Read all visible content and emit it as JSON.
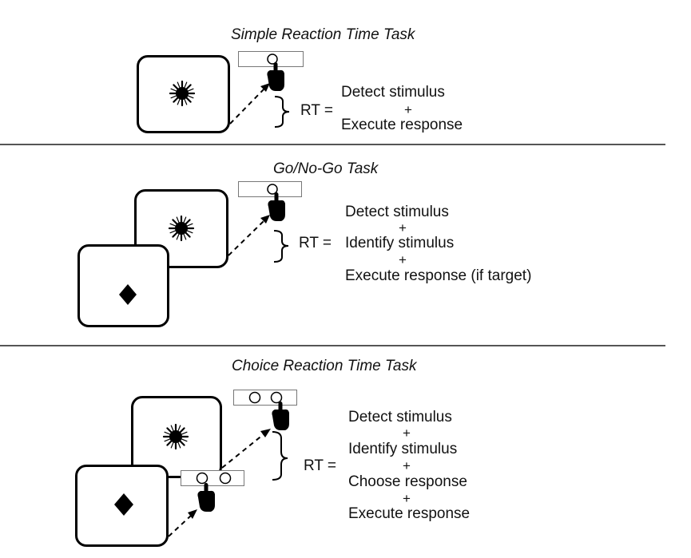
{
  "sections": [
    {
      "title": "Simple Reaction Time Task",
      "rt_label": "RT =",
      "lines": [
        "Detect stimulus",
        "+",
        "Execute response"
      ]
    },
    {
      "title": "Go/No-Go Task",
      "rt_label": "RT =",
      "lines": [
        "Detect stimulus",
        "+",
        "Identify stimulus",
        "+",
        "Execute response (if target)"
      ]
    },
    {
      "title": "Choice Reaction Time Task",
      "rt_label": "RT =",
      "lines": [
        "Detect stimulus",
        "+",
        "Identify stimulus",
        "+",
        "Choose response",
        "+",
        "Execute response"
      ]
    }
  ],
  "icons": {
    "stimulus_target": "sun-icon",
    "stimulus_nontarget": "diamond-icon",
    "response": "pointing-hand-icon",
    "button": "response-button-circle-icon"
  }
}
